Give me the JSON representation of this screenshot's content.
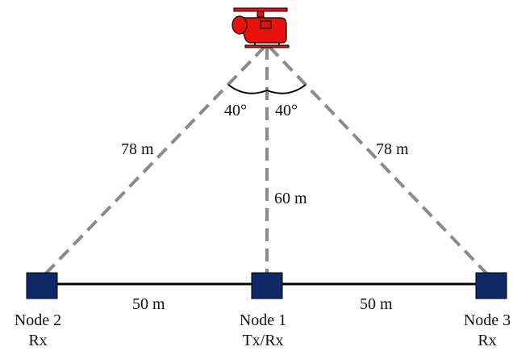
{
  "colors": {
    "node_fill": "#0d2a66",
    "helicopter": "#e8120c",
    "dashed_line": "#8a8a8a",
    "ground_line": "#000000"
  },
  "icons": {
    "uav": "helicopter-icon"
  },
  "distances": {
    "left_slant": "78 m",
    "right_slant": "78 m",
    "vertical": "60 m",
    "left_ground": "50 m",
    "right_ground": "50 m"
  },
  "angles": {
    "left": "40°",
    "right": "40°"
  },
  "nodes": [
    {
      "name": "Node 2",
      "role": "Rx"
    },
    {
      "name": "Node 1",
      "role": "Tx/Rx"
    },
    {
      "name": "Node 3",
      "role": "Rx"
    }
  ]
}
